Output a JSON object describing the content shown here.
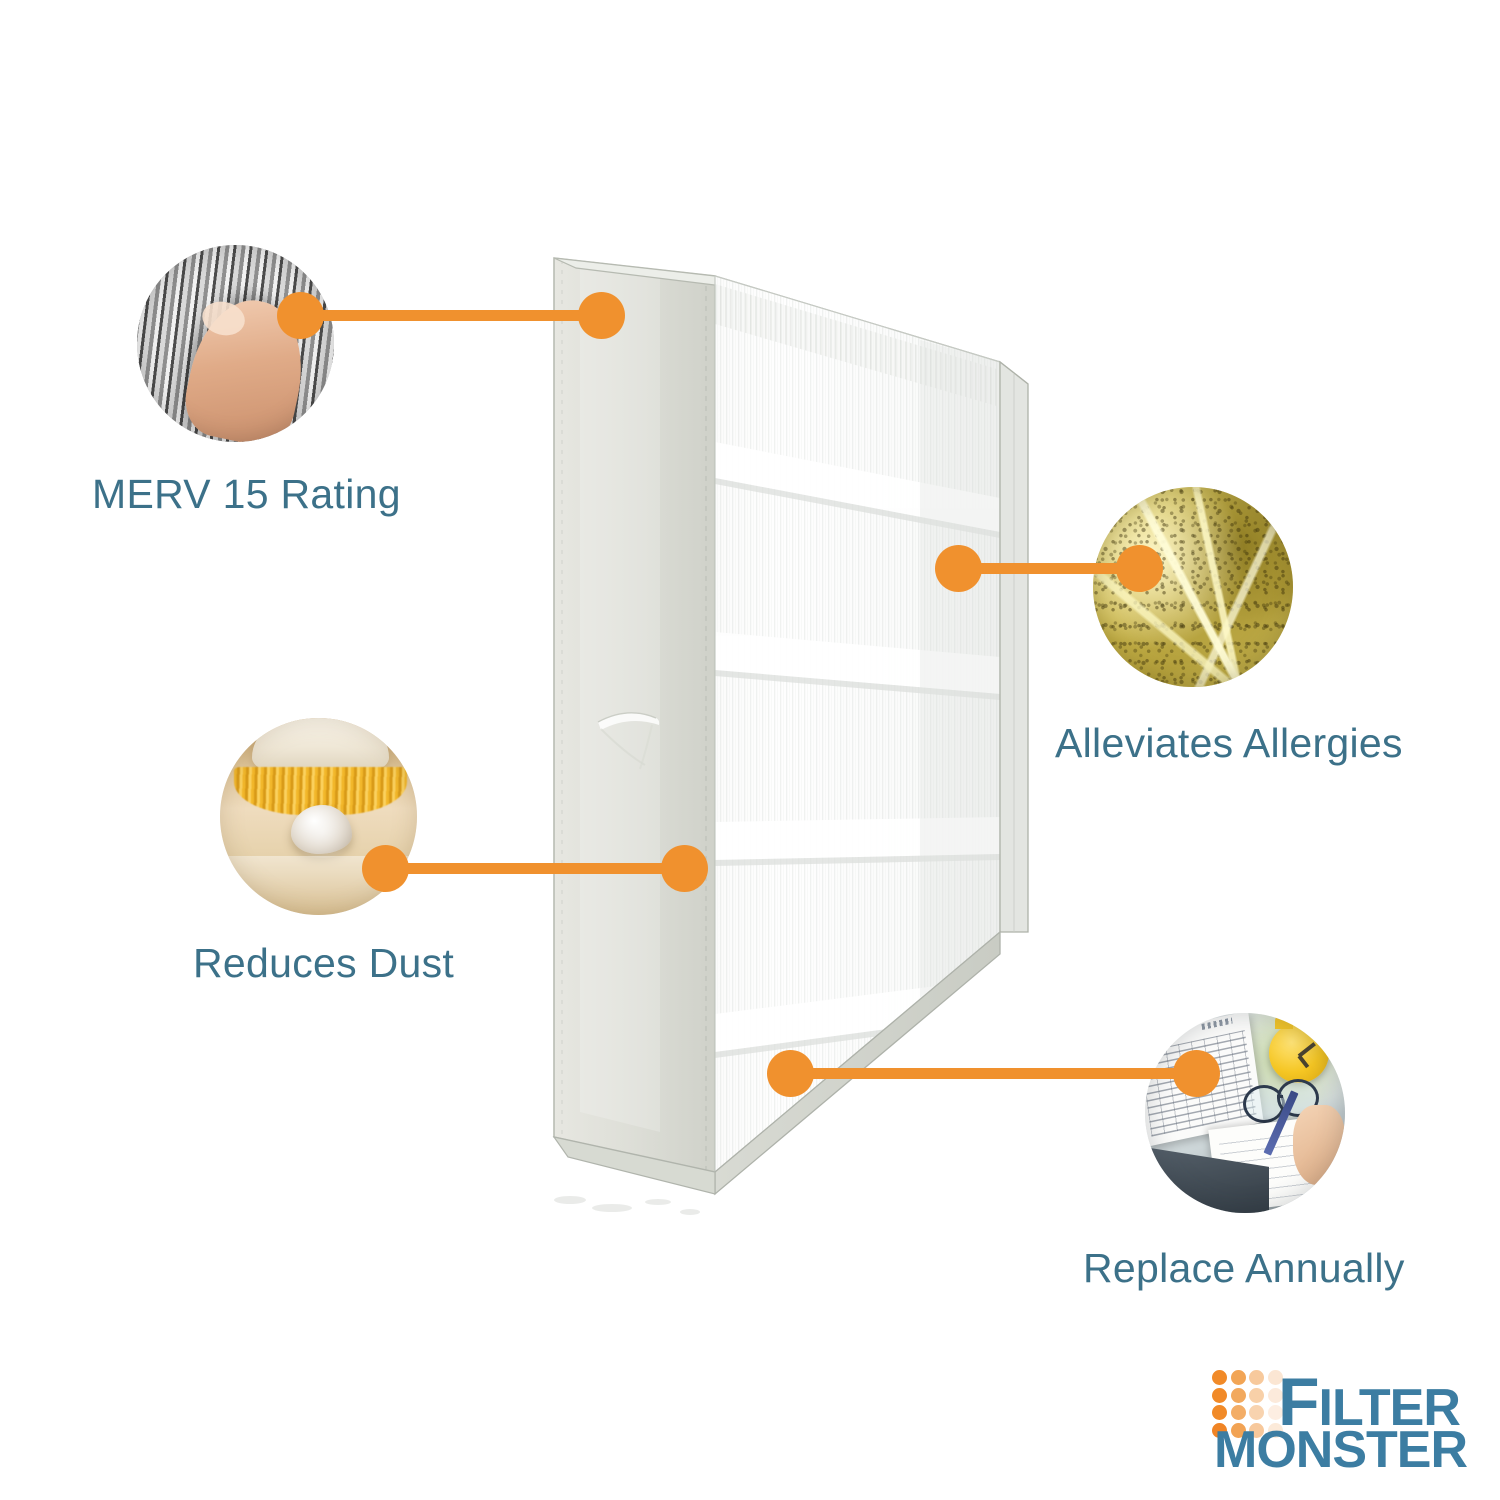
{
  "page": {
    "background": "#ffffff",
    "accent_orange": "#f0912e",
    "caption_color": "#3c7189",
    "logo_blue": "#3c7da2"
  },
  "product": {
    "name": "pleated-air-filter",
    "description": "White pleated HVAC media air filter shown in 3D perspective"
  },
  "features": [
    {
      "id": "merv-rating",
      "label": "MERV 15 Rating",
      "thumb_name": "filter-pleat-closeup-photo",
      "thumb_alt": "Fingertip touching pleated filter media"
    },
    {
      "id": "allergies",
      "label": "Alleviates Allergies",
      "thumb_name": "pollen-closeup-photo",
      "thumb_alt": "Golden pollen grains on plant"
    },
    {
      "id": "dust",
      "label": "Reduces Dust",
      "thumb_name": "broom-sweeping-dust-photo",
      "thumb_alt": "Yellow broom sweeping a dust ball on wood floor"
    },
    {
      "id": "replace",
      "label": "Replace Annually",
      "thumb_name": "calendar-clock-photo",
      "thumb_alt": "Calendar, yellow alarm clock, glasses and hand writing in planner"
    }
  ],
  "logo": {
    "word_top": "FILTER",
    "word_top_cap": "F",
    "word_top_rest": "ILTER",
    "word_bottom": "MONSTER",
    "dot_colors": [
      "#f18a28",
      "#f2a555",
      "#f7c99c",
      "#fbe6d3",
      "#f18a28",
      "#f2a95e",
      "#f8d0a8",
      "#fceadb",
      "#f18a28",
      "#f3ad66",
      "#f8d3af",
      "#fdeee2",
      "#f08425",
      "#f2a354",
      "#f7c89b",
      "#fcead9"
    ]
  }
}
